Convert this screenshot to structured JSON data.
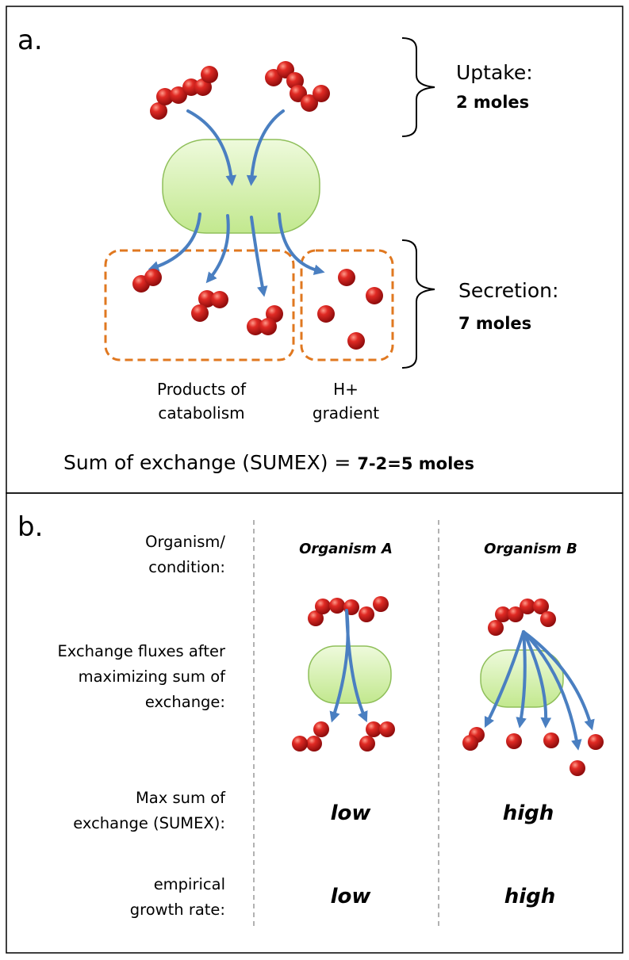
{
  "panel_a": {
    "letter": "a.",
    "uptake_label": "Uptake:",
    "uptake_value": "2 moles",
    "secretion_label": "Secretion:",
    "secretion_value": "7 moles",
    "products_caption_line1": "Products of",
    "products_caption_line2": "catabolism",
    "gradient_caption_line1": "H+",
    "gradient_caption_line2": "gradient",
    "sum_text": "Sum of exchange (SUMEX) = ",
    "sum_value": "7-2=5 moles"
  },
  "panel_b": {
    "letter": "b.",
    "row_labels": {
      "organism_line1": "Organism/",
      "organism_line2": "condition:",
      "fluxes_line1": "Exchange fluxes after",
      "fluxes_line2": "maximizing sum of",
      "fluxes_line3": "exchange:",
      "sumex_line1": "Max sum of",
      "sumex_line2": "exchange (SUMEX):",
      "growth_line1": "empirical",
      "growth_line2": "growth rate:"
    },
    "columns": [
      {
        "name": "Organism A",
        "max_sumex": "low",
        "growth_rate": "low"
      },
      {
        "name": "Organism B",
        "max_sumex": "high",
        "growth_rate": "high"
      }
    ]
  },
  "colors": {
    "cell_fill": "#cdeea0",
    "cell_stroke": "#8fbf5a",
    "arrow": "#4a7fc1",
    "molecule": "#c0191c",
    "dashed_box": "#e07820",
    "divider": "#999999"
  }
}
